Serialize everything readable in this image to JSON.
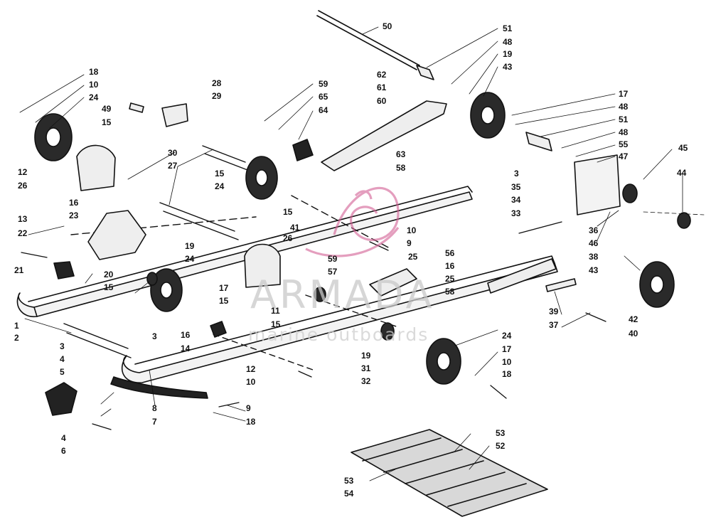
{
  "watermark": {
    "brand": "ARMADA",
    "tagline": "marine outboards",
    "accent": "#d35f93"
  },
  "callouts": [
    "1",
    "2",
    "3",
    "4",
    "5",
    "6",
    "7",
    "8",
    "9",
    "10",
    "11",
    "12",
    "13",
    "14",
    "15",
    "16",
    "17",
    "18",
    "19",
    "20",
    "21",
    "22",
    "23",
    "24",
    "25",
    "26",
    "27",
    "28",
    "29",
    "30",
    "31",
    "32",
    "33",
    "34",
    "35",
    "36",
    "37",
    "38",
    "39",
    "40",
    "41",
    "42",
    "43",
    "44",
    "45",
    "46",
    "47",
    "48",
    "49",
    "50",
    "51",
    "52",
    "53",
    "54",
    "55",
    "56",
    "57",
    "58",
    "59",
    "60",
    "61",
    "62",
    "63",
    "64",
    "65"
  ]
}
